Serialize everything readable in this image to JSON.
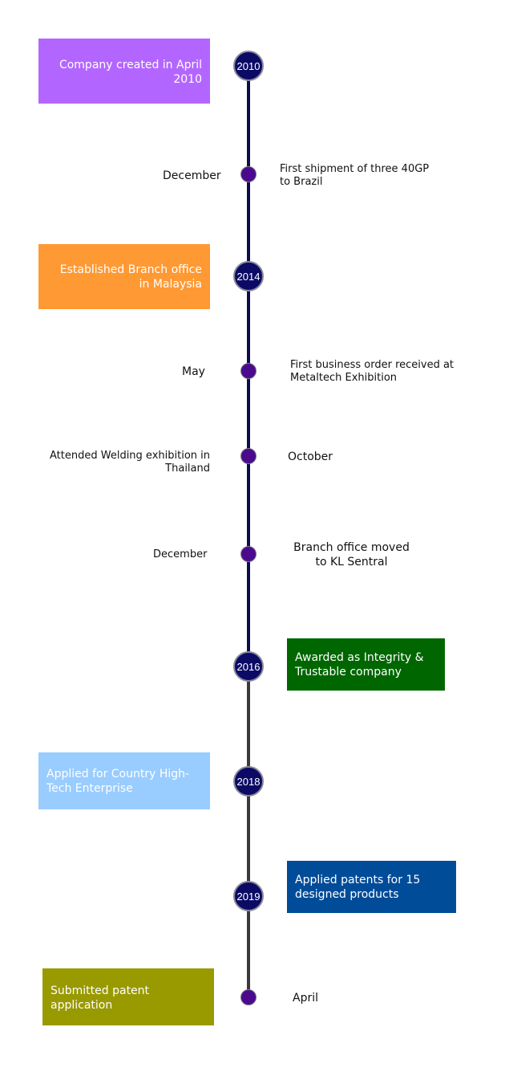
{
  "colors": {
    "line_top": "#0d0d4d",
    "line_bottom": "#3a3a3a",
    "year_node": "#0b0b66",
    "event_dot": "#4b0a8e",
    "box_2010": "#b366ff",
    "box_2014": "#ff9933",
    "box_2016": "#006600",
    "box_2018": "#99ccff",
    "box_2019": "#004c99",
    "box_patent": "#999900"
  },
  "events": [
    {
      "year": "2010",
      "text": "Company created in April 2010"
    },
    {
      "month": "December",
      "text": "First shipment of three 40GP to Brazil"
    },
    {
      "year": "2014",
      "text": "Established Branch office in Malaysia"
    },
    {
      "month": "May",
      "text": "First business order received at Metaltech Exhibition"
    },
    {
      "month": "October",
      "text": "Attended Welding exhibition in Thailand"
    },
    {
      "month": "December",
      "text": "Branch office moved to KL Sentral"
    },
    {
      "year": "2016",
      "text": "Awarded as Integrity & Trustable company"
    },
    {
      "year": "2018",
      "text": "Applied for Country High-Tech Enterprise"
    },
    {
      "year": "2019",
      "text": "Applied patents for 15 designed products"
    },
    {
      "month": "April",
      "text": "Submitted patent application"
    }
  ]
}
